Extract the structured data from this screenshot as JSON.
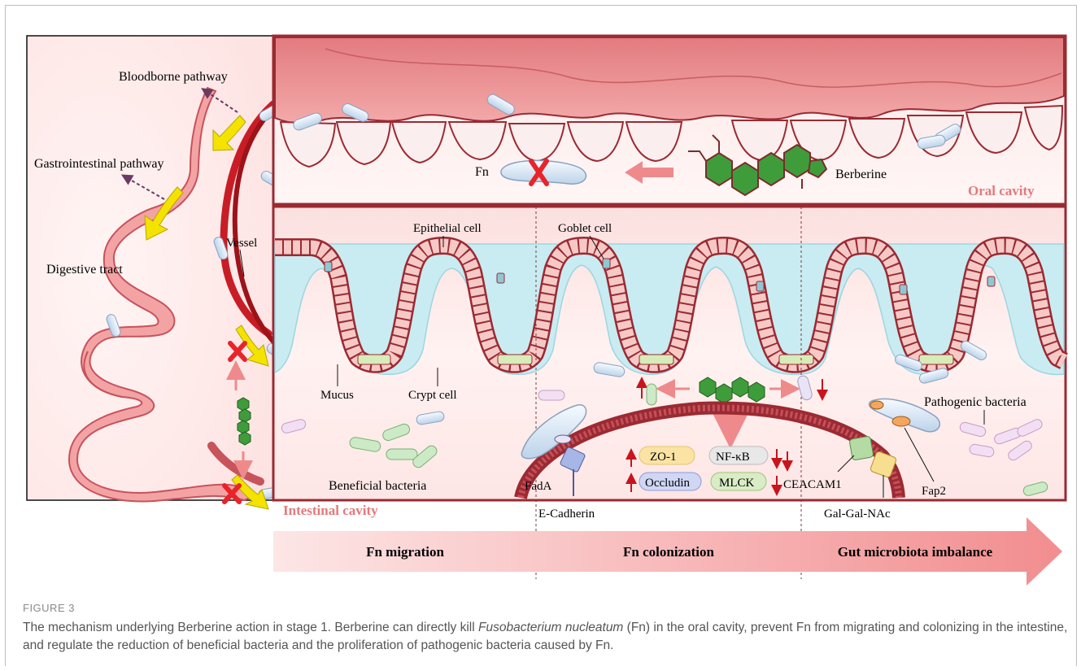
{
  "labels": {
    "bloodborne": "Bloodborne pathway",
    "gastrointestinal": "Gastrointestinal pathway",
    "digestive_tract": "Digestive tract",
    "vessel": "Vessel",
    "intestinal_cavity": "Intestinal cavity",
    "fn": "Fn",
    "berberine": "Berberine",
    "oral_cavity": "Oral cavity",
    "epithelial_cell": "Epithelial cell",
    "goblet_cell": "Goblet cell",
    "mucus": "Mucus",
    "crypt_cell": "Crypt cell",
    "beneficial_bacteria": "Beneficial bacteria",
    "pathogenic_bacteria": "Pathogenic bacteria",
    "fada": "FadA",
    "e_cadherin": "E-Cadherin",
    "zo1": "ZO-1",
    "nfkb": "NF-κB",
    "occludin": "Occludin",
    "mlck": "MLCK",
    "ceacam1": "CEACAM1",
    "gal_gal_nac": "Gal-Gal-NAc",
    "fap2": "Fap2"
  },
  "stages": [
    "Fn migration",
    "Fn colonization",
    "Gut microbiota imbalance"
  ],
  "caption": {
    "label": "FIGURE 3",
    "text_before": "The mechanism underlying Berberine action in stage 1. Berberine can directly kill ",
    "italic": "Fusobacterium nucleatum",
    "text_after": " (Fn) in the oral cavity, prevent Fn from migrating and colonizing in the intestine, and regulate the reduction of beneficial bacteria and the proliferation of pathogenic bacteria caused by Fn."
  },
  "colors": {
    "tissue_red": "#9b2a33",
    "pink": "#f4b5b3",
    "mucus_blue": "#c8ecf2",
    "berberine_green": "#3f9c3b",
    "bacteria_blue": "#d6e6f3",
    "arrow_pink": "#ee8a8c",
    "inhibit_red": "#e8242a",
    "yellow_arrow": "#f4e200",
    "oral_label": "#e5787b"
  }
}
